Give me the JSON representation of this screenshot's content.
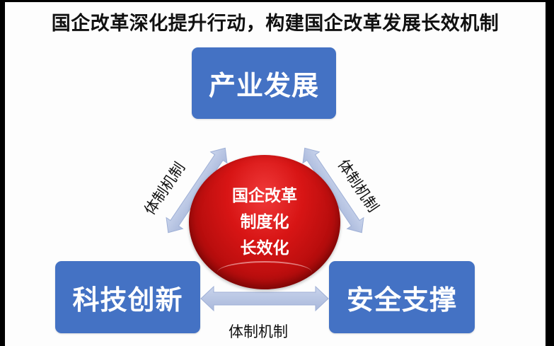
{
  "title": "国企改革深化提升行动，构建国企改革发展长效机制",
  "nodes": {
    "top": "产业发展",
    "left": "科技创新",
    "right": "安全支撑"
  },
  "center": {
    "line1": "国企改革",
    "line2": "制度化",
    "line3": "长效化"
  },
  "edge_labels": {
    "left": "体制机制",
    "right": "体制机制",
    "bottom": "体制机制"
  },
  "colors": {
    "box": "#4472c4",
    "sphere": "#d81515",
    "arrow": "#b4c2e0",
    "background": "#fdfdfd"
  }
}
